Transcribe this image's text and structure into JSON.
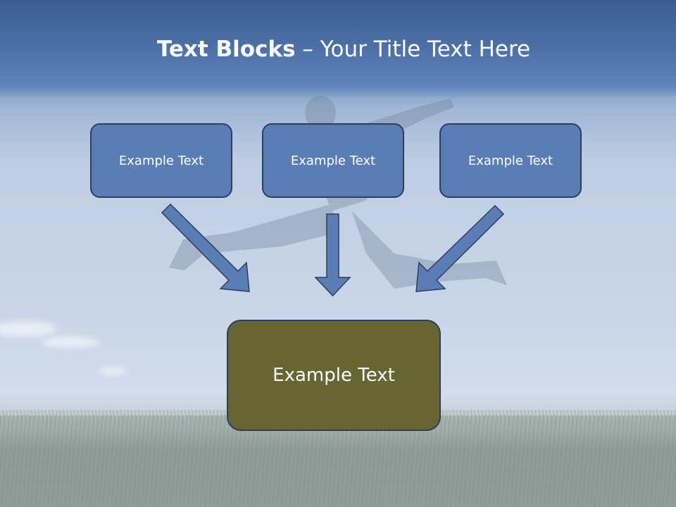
{
  "title": {
    "bold": "Text Blocks",
    "separator": " – ",
    "regular": "Your Title Text Here"
  },
  "diagram": {
    "top_blocks": [
      {
        "label": "Example Text"
      },
      {
        "label": "Example Text"
      },
      {
        "label": "Example Text"
      }
    ],
    "target_block": {
      "label": "Example Text"
    }
  },
  "colors": {
    "header_blue": "#4f74aa",
    "block_blue": "#5b7db5",
    "block_olive": "#676533",
    "outline": "#2d3e5e",
    "arrow_fill": "#5b7db5"
  }
}
